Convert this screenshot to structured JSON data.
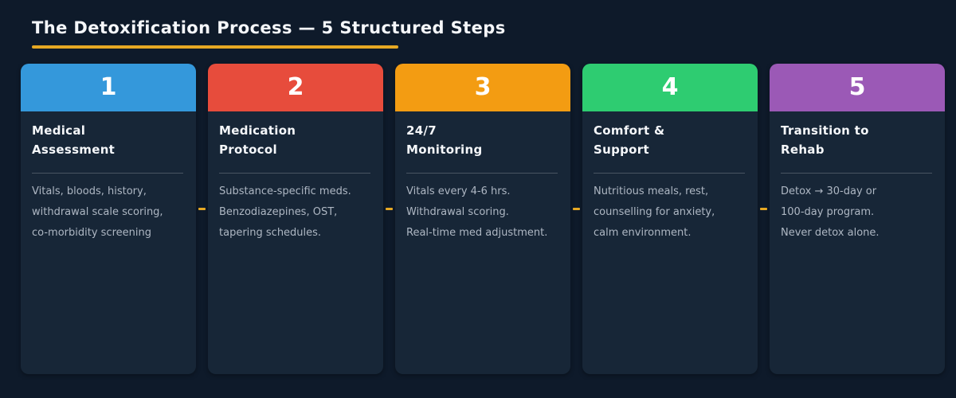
{
  "page": {
    "title": "The Detoxification Process — 5 Structured Steps",
    "background": "#0e1a2a",
    "card_background": "#172637",
    "accent": "#e6a823"
  },
  "steps": [
    {
      "number": "1",
      "color": "#3498db",
      "title": "Medical\nAssessment",
      "description": "Vitals, bloods, history,\nwithdrawal scale scoring,\nco-morbidity screening"
    },
    {
      "number": "2",
      "color": "#e74c3c",
      "title": "Medication\nProtocol",
      "description": "Substance-specific meds.\nBenzodiazepines, OST,\ntapering schedules."
    },
    {
      "number": "3",
      "color": "#f39c12",
      "title": "24/7\nMonitoring",
      "description": "Vitals every 4-6 hrs.\nWithdrawal scoring.\nReal-time med adjustment."
    },
    {
      "number": "4",
      "color": "#2ecc71",
      "title": "Comfort &\nSupport",
      "description": "Nutritious meals, rest,\ncounselling for anxiety,\ncalm environment."
    },
    {
      "number": "5",
      "color": "#9b59b6",
      "title": "Transition to\nRehab",
      "description": "Detox → 30-day or\n100-day program.\nNever detox alone."
    }
  ]
}
